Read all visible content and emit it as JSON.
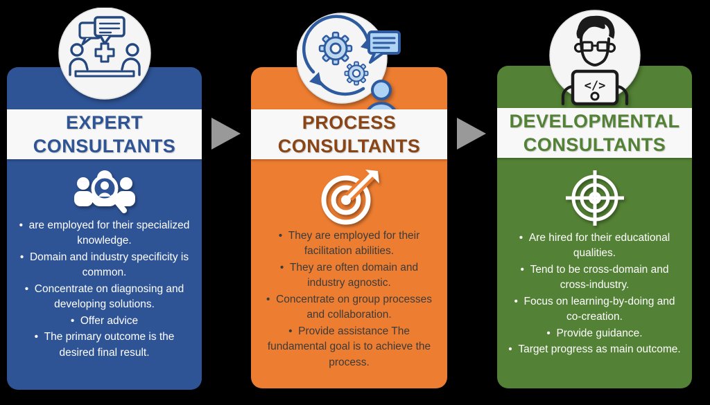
{
  "background_color": "#000000",
  "arrow_color": "#999999",
  "cards": [
    {
      "id": "expert",
      "card_color": "#2e5496",
      "title_color": "#2e5496",
      "text_color": "#ffffff",
      "title_line1": "EXPERT",
      "title_line2": "CONSULTANTS",
      "top_icon": "meeting-discussion-icon",
      "mid_icon": "people-search-icon",
      "bullets": [
        "are employed for their specialized knowledge.",
        "Domain and industry specificity is common.",
        "Concentrate on diagnosing and developing solutions.",
        "Offer advice",
        "The primary outcome is the desired final result."
      ]
    },
    {
      "id": "process",
      "card_color": "#ed7d31",
      "title_color": "#8a4517",
      "text_color": "#3b3b3b",
      "title_line1": "PROCESS",
      "title_line2": "CONSULTANTS",
      "top_icon": "process-gears-icon",
      "mid_icon": "target-arrow-icon",
      "bullets": [
        "They are employed for their facilitation abilities.",
        "They are often domain and industry agnostic.",
        "Concentrate on group processes and collaboration.",
        "Provide assistance The fundamental goal is to achieve the process."
      ]
    },
    {
      "id": "developmental",
      "card_color": "#538135",
      "title_color": "#538135",
      "text_color": "#ffffff",
      "title_line1": "DEVELOPMENTAL",
      "title_line2": "CONSULTANTS",
      "top_icon": "developer-laptop-icon",
      "mid_icon": "crosshair-target-icon",
      "bullets": [
        "Are hired for their educational qualities.",
        "Tend to be cross-domain and cross-industry.",
        "Focus on learning-by-doing and co-creation.",
        "Provide guidance.",
        "Target progress as main outcome."
      ]
    }
  ]
}
